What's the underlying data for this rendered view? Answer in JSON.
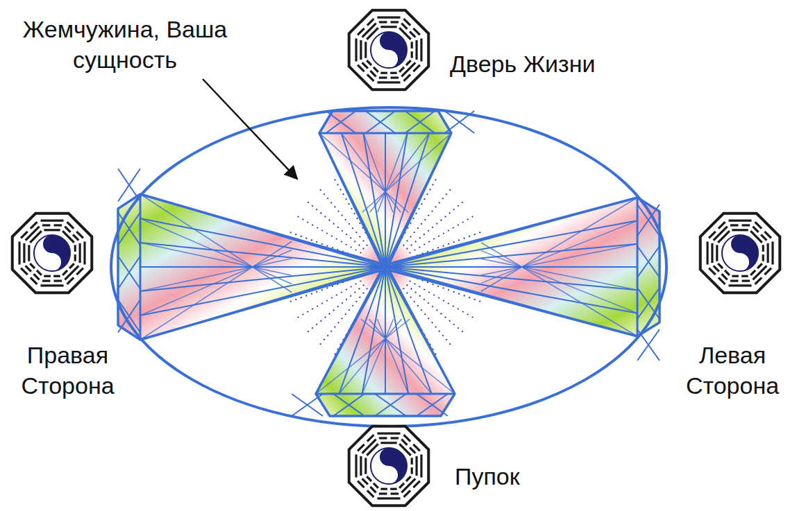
{
  "diagram": {
    "labels": [
      "Жемчужина, Ваша сущность",
      "Дверь Жизни",
      "Правая Сторона",
      "Левая Сторона",
      "Пупок"
    ]
  }
}
